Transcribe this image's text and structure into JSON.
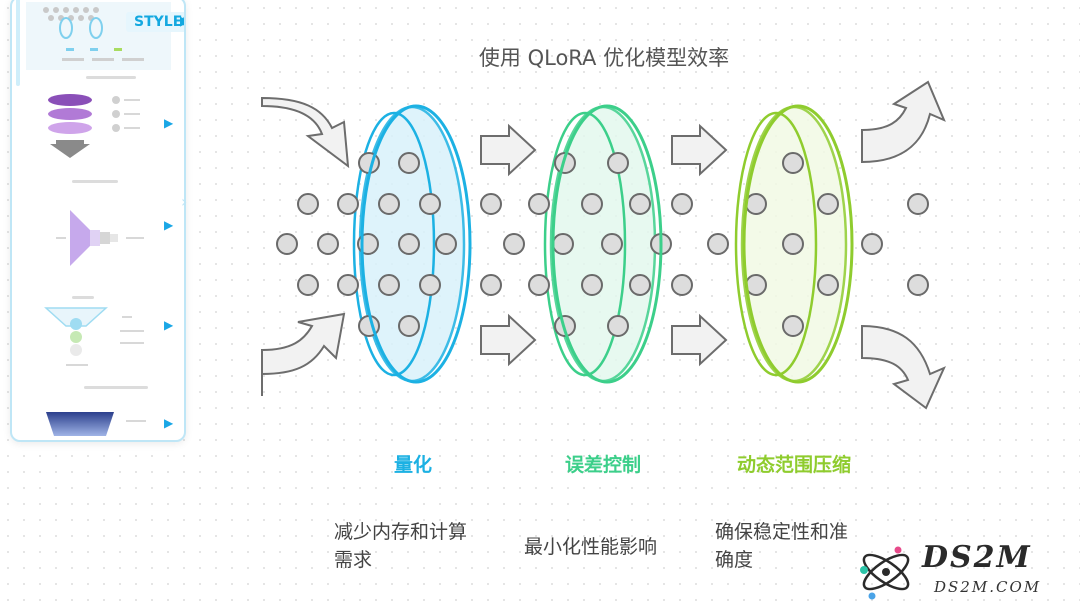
{
  "title": "使用 QLoRA 优化模型效率",
  "stages": [
    {
      "title": "量化",
      "color": "#1cb1e3",
      "fill": "#d9f2fb",
      "desc_lines": [
        "减少内存和计算",
        "需求"
      ]
    },
    {
      "title": "误差控制",
      "color": "#3ccf8a",
      "fill": "#e3f8ee",
      "desc_lines": [
        "最小化性能影响"
      ]
    },
    {
      "title": "动态范围压缩",
      "color": "#8fcc2e",
      "fill": "#f2fae4",
      "desc_lines": [
        "确保稳定性和准",
        "确度"
      ]
    }
  ],
  "panel": {
    "styles_label": "STYLES"
  },
  "brand": {
    "name": "DS2M",
    "url": "DS2M.COM"
  },
  "colors": {
    "node_fill": "#dddddd",
    "node_stroke": "#6a6a6a",
    "arrow_fill": "#f2f2f2",
    "arrow_stroke": "#6d6d6d"
  }
}
